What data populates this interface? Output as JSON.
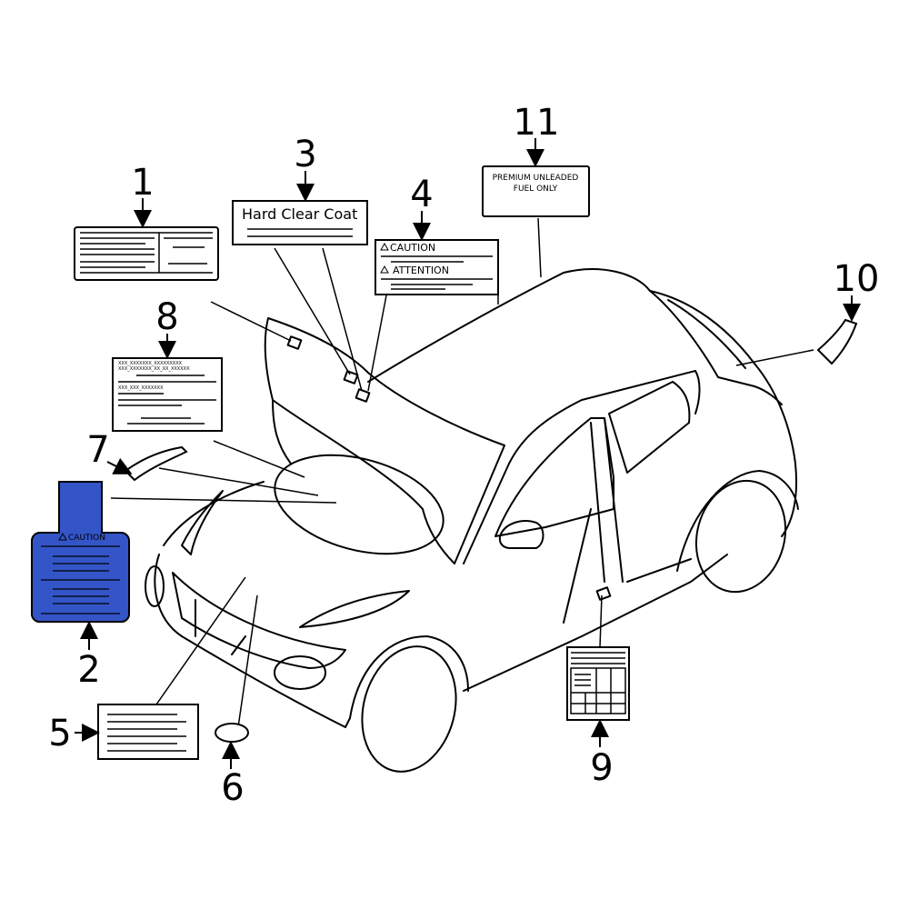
{
  "callouts": [
    "1",
    "2",
    "3",
    "4",
    "5",
    "6",
    "7",
    "8",
    "9",
    "10",
    "11"
  ],
  "labels": {
    "hard_clear_coat": "Hard Clear Coat",
    "caution": "CAUTION",
    "attention": "ATTENTION",
    "caution_small": "CAUTION",
    "premium_line1": "PREMIUM UNLEADED",
    "premium_line2": "FUEL ONLY",
    "placeholder_line1": "XXX_XXXXXXX_XXXXXXXXX",
    "placeholder_line2": "XXX_XXXXXXX_XX_XX_XXXXXX",
    "placeholder_line3": "XXX_XXX_XXXXXXX"
  },
  "colors": {
    "highlight": "#3455c8",
    "line": "#000000"
  },
  "icons": {
    "warning": "warning-triangle-icon"
  }
}
